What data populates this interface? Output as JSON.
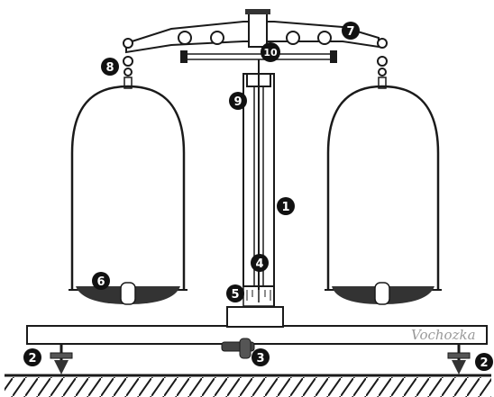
{
  "watermark": "Vochozka",
  "callouts": [
    {
      "id": "1",
      "label": "1"
    },
    {
      "id": "2",
      "label": "2"
    },
    {
      "id": "2b",
      "label": "2"
    },
    {
      "id": "3",
      "label": "3"
    },
    {
      "id": "4",
      "label": "4"
    },
    {
      "id": "5",
      "label": "5"
    },
    {
      "id": "6",
      "label": "6"
    },
    {
      "id": "7",
      "label": "7"
    },
    {
      "id": "8",
      "label": "8"
    },
    {
      "id": "9",
      "label": "9"
    },
    {
      "id": "10",
      "label": "10"
    }
  ],
  "colors": {
    "ink": "#1a1a1a",
    "fill": "#ffffff",
    "pan": "#333333"
  }
}
